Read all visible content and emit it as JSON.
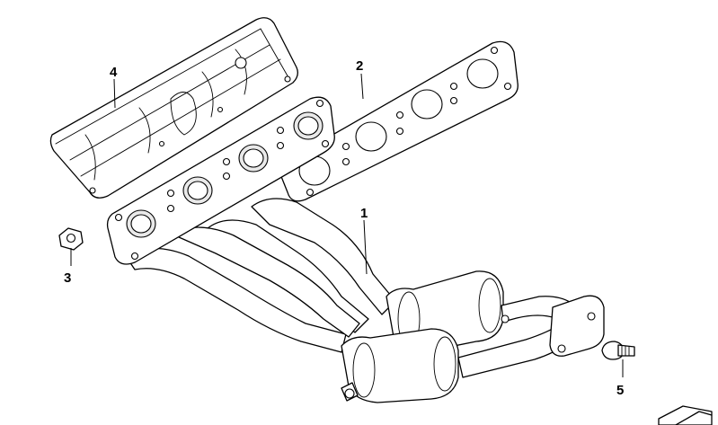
{
  "callouts": [
    {
      "id": "1",
      "text": "1"
    },
    {
      "id": "2",
      "text": "2"
    },
    {
      "id": "3",
      "text": "3"
    },
    {
      "id": "4",
      "text": "4"
    },
    {
      "id": "5",
      "text": "5"
    }
  ],
  "icons": {
    "corner": "page-flip-icon"
  }
}
